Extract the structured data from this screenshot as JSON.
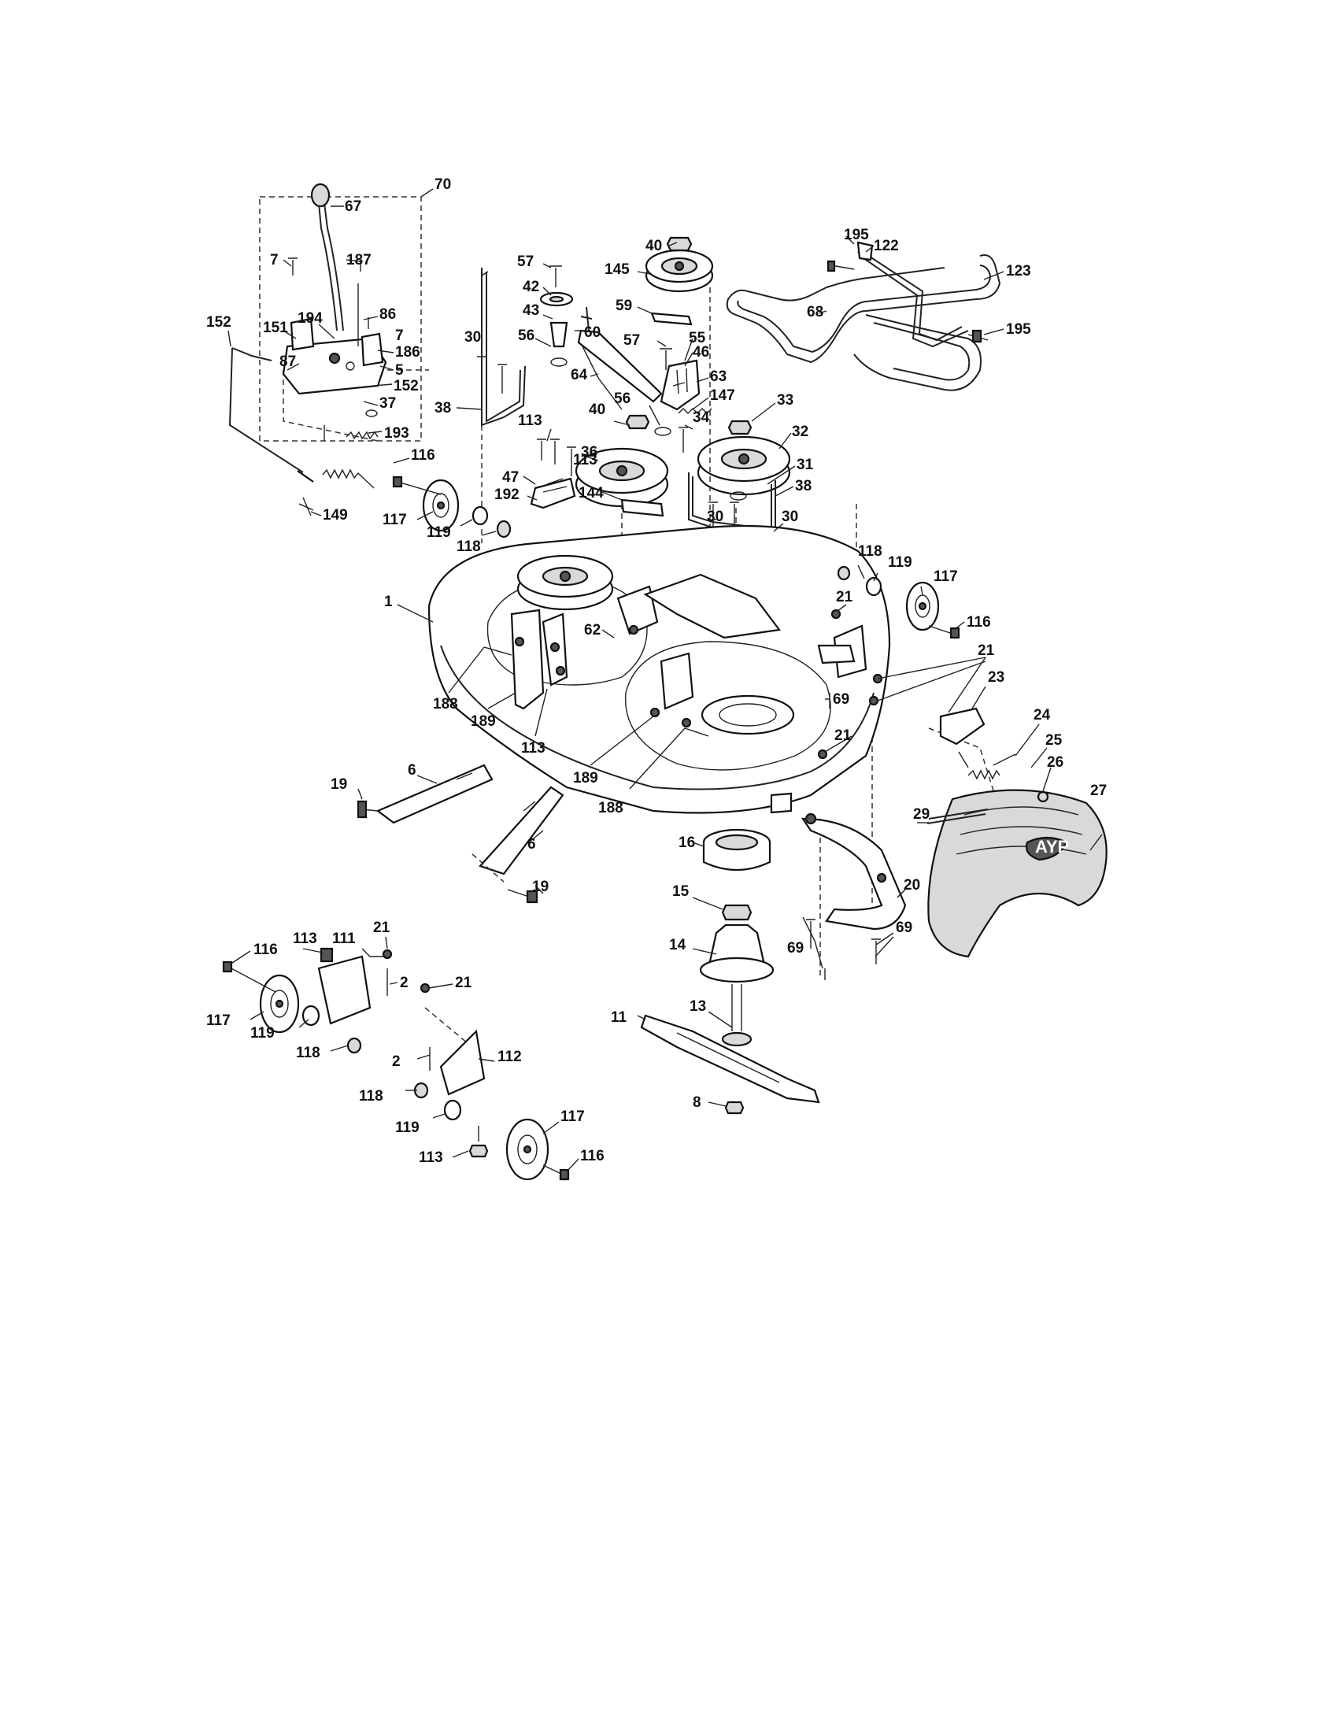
{
  "diagram": {
    "callouts": [
      {
        "id": "c67",
        "text": "67"
      },
      {
        "id": "c70",
        "text": "70"
      },
      {
        "id": "c187",
        "text": "187"
      },
      {
        "id": "c7a",
        "text": "7"
      },
      {
        "id": "c86",
        "text": "86"
      },
      {
        "id": "c7b",
        "text": "7"
      },
      {
        "id": "c151",
        "text": "151"
      },
      {
        "id": "c194",
        "text": "194"
      },
      {
        "id": "c186",
        "text": "186"
      },
      {
        "id": "c87",
        "text": "87"
      },
      {
        "id": "c5",
        "text": "5"
      },
      {
        "id": "c152a",
        "text": "152"
      },
      {
        "id": "c152b",
        "text": "152"
      },
      {
        "id": "c37",
        "text": "37"
      },
      {
        "id": "c193",
        "text": "193"
      },
      {
        "id": "c116a",
        "text": "116"
      },
      {
        "id": "c149",
        "text": "149"
      },
      {
        "id": "c117a",
        "text": "117"
      },
      {
        "id": "c119a",
        "text": "119"
      },
      {
        "id": "c118a",
        "text": "118"
      },
      {
        "id": "c57a",
        "text": "57"
      },
      {
        "id": "c42",
        "text": "42"
      },
      {
        "id": "c43",
        "text": "43"
      },
      {
        "id": "c56a",
        "text": "56"
      },
      {
        "id": "c60",
        "text": "60"
      },
      {
        "id": "c64",
        "text": "64"
      },
      {
        "id": "c30a",
        "text": "30"
      },
      {
        "id": "c38a",
        "text": "38"
      },
      {
        "id": "c113a",
        "text": "113"
      },
      {
        "id": "c113b",
        "text": "113"
      },
      {
        "id": "c36",
        "text": "36"
      },
      {
        "id": "c47",
        "text": "47"
      },
      {
        "id": "c192",
        "text": "192"
      },
      {
        "id": "c144",
        "text": "144"
      },
      {
        "id": "c40a",
        "text": "40"
      },
      {
        "id": "c145",
        "text": "145"
      },
      {
        "id": "c59",
        "text": "59"
      },
      {
        "id": "c57b",
        "text": "57"
      },
      {
        "id": "c55",
        "text": "55"
      },
      {
        "id": "c46",
        "text": "46"
      },
      {
        "id": "c63",
        "text": "63"
      },
      {
        "id": "c56b",
        "text": "56"
      },
      {
        "id": "c147",
        "text": "147"
      },
      {
        "id": "c40b",
        "text": "40"
      },
      {
        "id": "c34",
        "text": "34"
      },
      {
        "id": "c33",
        "text": "33"
      },
      {
        "id": "c32",
        "text": "32"
      },
      {
        "id": "c31",
        "text": "31"
      },
      {
        "id": "c38b",
        "text": "38"
      },
      {
        "id": "c30b",
        "text": "30"
      },
      {
        "id": "c30c",
        "text": "30"
      },
      {
        "id": "c195a",
        "text": "195"
      },
      {
        "id": "c122",
        "text": "122"
      },
      {
        "id": "c68",
        "text": "68"
      },
      {
        "id": "c123",
        "text": "123"
      },
      {
        "id": "c195b",
        "text": "195"
      },
      {
        "id": "c1",
        "text": "1"
      },
      {
        "id": "c62",
        "text": "62"
      },
      {
        "id": "c188a",
        "text": "188"
      },
      {
        "id": "c189a",
        "text": "189"
      },
      {
        "id": "c113c",
        "text": "113"
      },
      {
        "id": "c189b",
        "text": "189"
      },
      {
        "id": "c188b",
        "text": "188"
      },
      {
        "id": "c118b",
        "text": "118"
      },
      {
        "id": "c119b",
        "text": "119"
      },
      {
        "id": "c117b",
        "text": "117"
      },
      {
        "id": "c21a",
        "text": "21"
      },
      {
        "id": "c116b",
        "text": "116"
      },
      {
        "id": "c21b",
        "text": "21"
      },
      {
        "id": "c69a",
        "text": "69"
      },
      {
        "id": "c23",
        "text": "23"
      },
      {
        "id": "c21c",
        "text": "21"
      },
      {
        "id": "c24",
        "text": "24"
      },
      {
        "id": "c25",
        "text": "25"
      },
      {
        "id": "c26",
        "text": "26"
      },
      {
        "id": "c27",
        "text": "27"
      },
      {
        "id": "c29",
        "text": "29"
      },
      {
        "id": "c6a",
        "text": "6"
      },
      {
        "id": "c19a",
        "text": "19"
      },
      {
        "id": "c6b",
        "text": "6"
      },
      {
        "id": "c19b",
        "text": "19"
      },
      {
        "id": "c16",
        "text": "16"
      },
      {
        "id": "c15",
        "text": "15"
      },
      {
        "id": "c20",
        "text": "20"
      },
      {
        "id": "c14",
        "text": "14"
      },
      {
        "id": "c69b",
        "text": "69"
      },
      {
        "id": "c69c",
        "text": "69"
      },
      {
        "id": "c13",
        "text": "13"
      },
      {
        "id": "c11",
        "text": "11"
      },
      {
        "id": "c8",
        "text": "8"
      },
      {
        "id": "c116c",
        "text": "116"
      },
      {
        "id": "c113d",
        "text": "113"
      },
      {
        "id": "c111",
        "text": "111"
      },
      {
        "id": "c21d",
        "text": "21"
      },
      {
        "id": "c2a",
        "text": "2"
      },
      {
        "id": "c21e",
        "text": "21"
      },
      {
        "id": "c117c",
        "text": "117"
      },
      {
        "id": "c119c",
        "text": "119"
      },
      {
        "id": "c118c",
        "text": "118"
      },
      {
        "id": "c2b",
        "text": "2"
      },
      {
        "id": "c112",
        "text": "112"
      },
      {
        "id": "c118d",
        "text": "118"
      },
      {
        "id": "c119d",
        "text": "119"
      },
      {
        "id": "c117d",
        "text": "117"
      },
      {
        "id": "c113e",
        "text": "113"
      },
      {
        "id": "c116d",
        "text": "116"
      }
    ]
  }
}
